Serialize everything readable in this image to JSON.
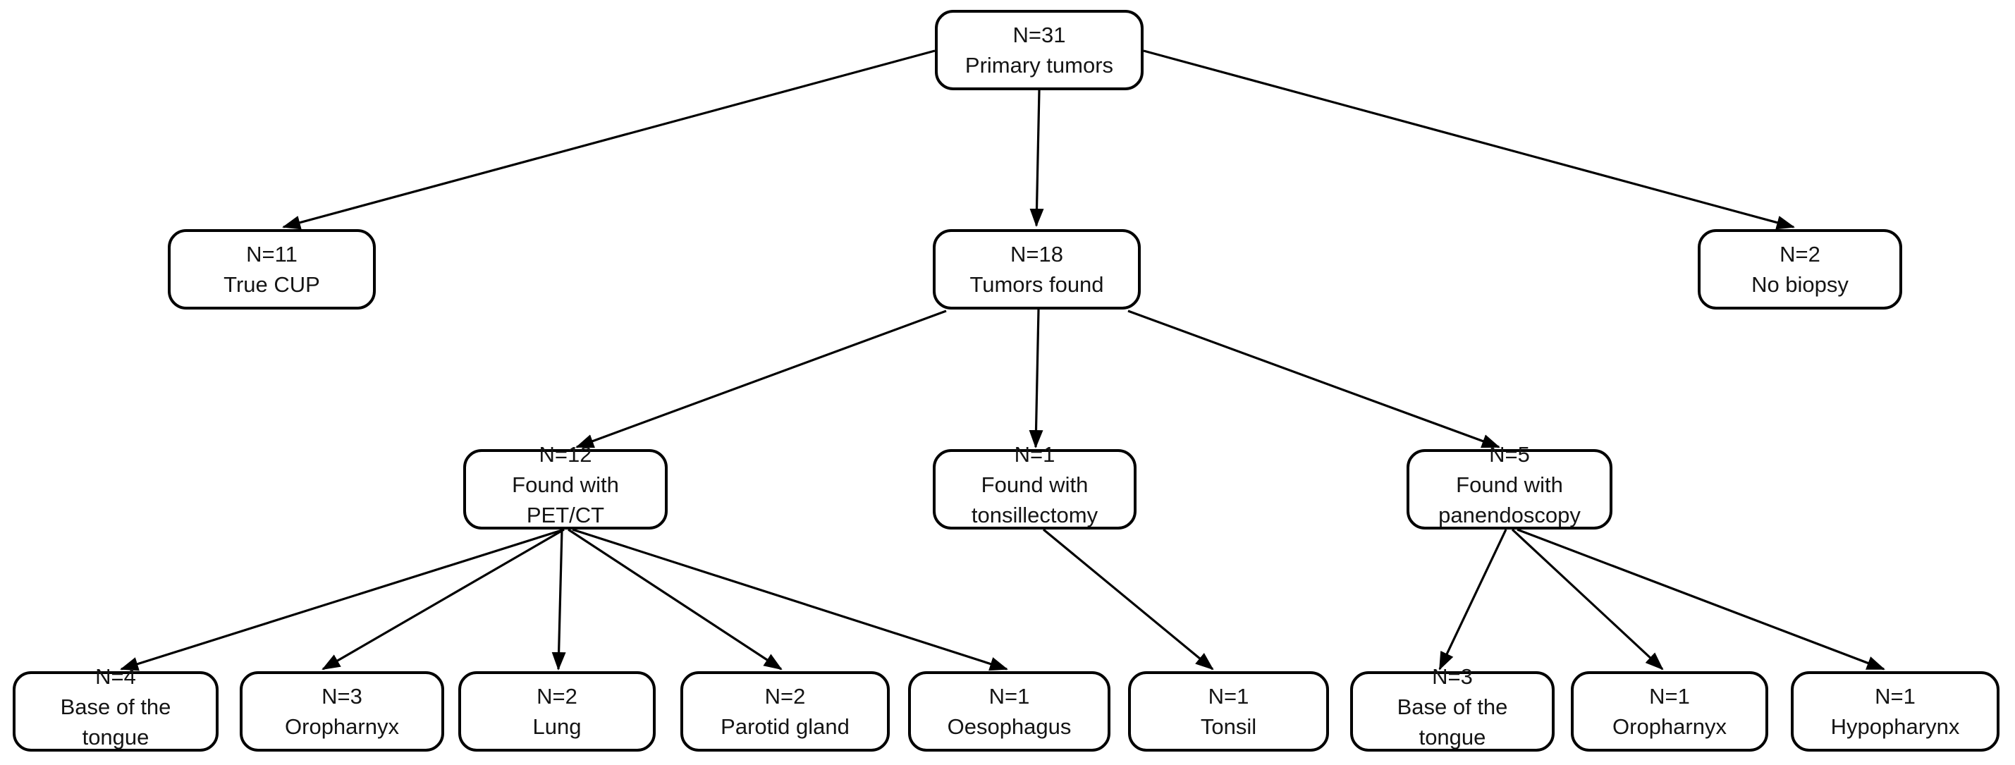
{
  "diagram": {
    "type": "flowchart",
    "colors": {
      "line": "#000000",
      "border": "#000000",
      "background": "#ffffff",
      "text": "#141414"
    },
    "nodes": [
      {
        "id": "primary-tumors",
        "count": "N=31",
        "label": "Primary tumors",
        "lines": [
          "N=31",
          "Primary tumors"
        ]
      },
      {
        "id": "true-cup",
        "count": "N=11",
        "label": "True CUP",
        "lines": [
          "N=11",
          "True CUP"
        ]
      },
      {
        "id": "tumors-found",
        "count": "N=18",
        "label": "Tumors found",
        "lines": [
          "N=18",
          "Tumors found"
        ]
      },
      {
        "id": "no-biopsy",
        "count": "N=2",
        "label": "No biopsy",
        "lines": [
          "N=2",
          "No biopsy"
        ]
      },
      {
        "id": "found-with-pet-ct",
        "count": "N=12",
        "label": "Found with PET/CT",
        "lines": [
          "N=12",
          "Found with",
          "PET/CT"
        ]
      },
      {
        "id": "found-with-tonsillectomy",
        "count": "N=1",
        "label": "Found with tonsillectomy",
        "lines": [
          "N=1",
          "Found with",
          "tonsillectomy"
        ]
      },
      {
        "id": "found-with-panendoscopy",
        "count": "N=5",
        "label": "Found with panendoscopy",
        "lines": [
          "N=5",
          "Found with",
          "panendoscopy"
        ]
      },
      {
        "id": "pet-base-of-the-tongue",
        "count": "N=4",
        "label": "Base of the tongue",
        "lines": [
          "N=4",
          "Base of the",
          "tongue"
        ]
      },
      {
        "id": "pet-oropharnyx",
        "count": "N=3",
        "label": "Oropharnyx",
        "lines": [
          "N=3",
          "Oropharnyx"
        ]
      },
      {
        "id": "pet-lung",
        "count": "N=2",
        "label": "Lung",
        "lines": [
          "N=2",
          "Lung"
        ]
      },
      {
        "id": "pet-parotid-gland",
        "count": "N=2",
        "label": "Parotid gland",
        "lines": [
          "N=2",
          "Parotid gland"
        ]
      },
      {
        "id": "pet-oesophagus",
        "count": "N=1",
        "label": "Oesophagus",
        "lines": [
          "N=1",
          "Oesophagus"
        ]
      },
      {
        "id": "tonsillectomy-tonsil",
        "count": "N=1",
        "label": "Tonsil",
        "lines": [
          "N=1",
          "Tonsil"
        ]
      },
      {
        "id": "pan-base-of-the-tongue",
        "count": "N=3",
        "label": "Base of the tongue",
        "lines": [
          "N=3",
          "Base of the",
          "tongue"
        ]
      },
      {
        "id": "pan-oropharnyx",
        "count": "N=1",
        "label": "Oropharnyx",
        "lines": [
          "N=1",
          "Oropharnyx"
        ]
      },
      {
        "id": "pan-hypopharynx",
        "count": "N=1",
        "label": "Hypopharynx",
        "lines": [
          "N=1",
          "Hypopharynx"
        ]
      }
    ],
    "edges": [
      {
        "from": "primary-tumors",
        "to": "true-cup"
      },
      {
        "from": "primary-tumors",
        "to": "tumors-found"
      },
      {
        "from": "primary-tumors",
        "to": "no-biopsy"
      },
      {
        "from": "tumors-found",
        "to": "found-with-pet-ct"
      },
      {
        "from": "tumors-found",
        "to": "found-with-tonsillectomy"
      },
      {
        "from": "tumors-found",
        "to": "found-with-panendoscopy"
      },
      {
        "from": "found-with-pet-ct",
        "to": "pet-base-of-the-tongue"
      },
      {
        "from": "found-with-pet-ct",
        "to": "pet-oropharnyx"
      },
      {
        "from": "found-with-pet-ct",
        "to": "pet-lung"
      },
      {
        "from": "found-with-pet-ct",
        "to": "pet-parotid-gland"
      },
      {
        "from": "found-with-pet-ct",
        "to": "pet-oesophagus"
      },
      {
        "from": "found-with-tonsillectomy",
        "to": "tonsillectomy-tonsil"
      },
      {
        "from": "found-with-panendoscopy",
        "to": "pan-base-of-the-tongue"
      },
      {
        "from": "found-with-panendoscopy",
        "to": "pan-oropharnyx"
      },
      {
        "from": "found-with-panendoscopy",
        "to": "pan-hypopharynx"
      }
    ]
  }
}
